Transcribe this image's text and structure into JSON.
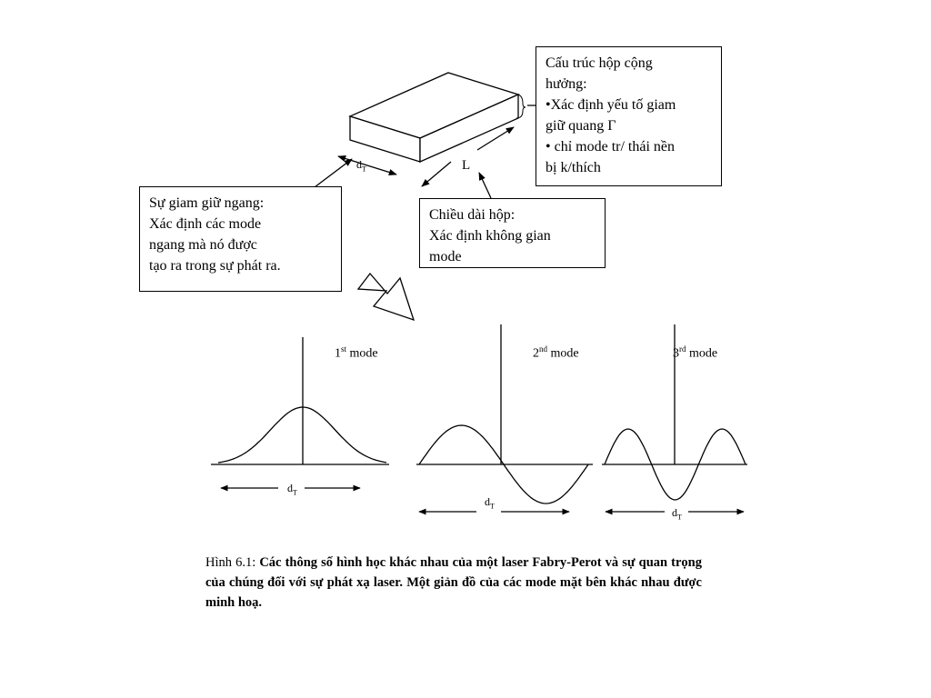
{
  "resonator_box": {
    "lines": [
      "Cấu trúc hộp cộng",
      "hưởng:",
      "•Xác định yếu tố giam",
      "giữ quang Γ",
      "• chỉ mode tr/ thái nền",
      "bị k/thích"
    ]
  },
  "transverse_box": {
    "lines": [
      "Sự giam giữ ngang:",
      "Xác định các mode",
      "ngang mà nó được",
      "tạo ra  trong sự phát ra."
    ]
  },
  "length_box": {
    "lines": [
      "Chiều dài hộp:",
      "Xác định không gian",
      "mode"
    ]
  },
  "labels": {
    "dT": "d",
    "dT_sub": "T",
    "L": "L"
  },
  "modes": [
    {
      "num": "1",
      "sup": "st",
      "word": "mode"
    },
    {
      "num": "2",
      "sup": "nd",
      "word": "mode"
    },
    {
      "num": "3",
      "sup": "rd",
      "word": "mode"
    }
  ],
  "caption": {
    "prefix": "Hình 6.1: ",
    "text": "Các thông số hình học khác nhau của một laser Fabry-Perot và sự quan trọng của chúng đối với sự phát xạ laser. Một giản đồ của các mode mặt bên khác nhau được minh hoạ."
  }
}
